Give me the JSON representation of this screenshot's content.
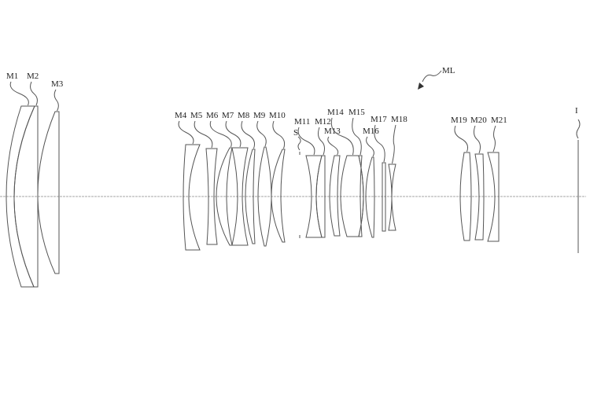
{
  "diagram": {
    "system_label": "ML",
    "image_plane_label": "I",
    "stop_label": "S",
    "lenses": [
      "M1",
      "M2",
      "M3",
      "M4",
      "M5",
      "M6",
      "M7",
      "M8",
      "M9",
      "M10",
      "M11",
      "M12",
      "M13",
      "M14",
      "M15",
      "M16",
      "M17",
      "M18",
      "M19",
      "M20",
      "M21"
    ]
  }
}
